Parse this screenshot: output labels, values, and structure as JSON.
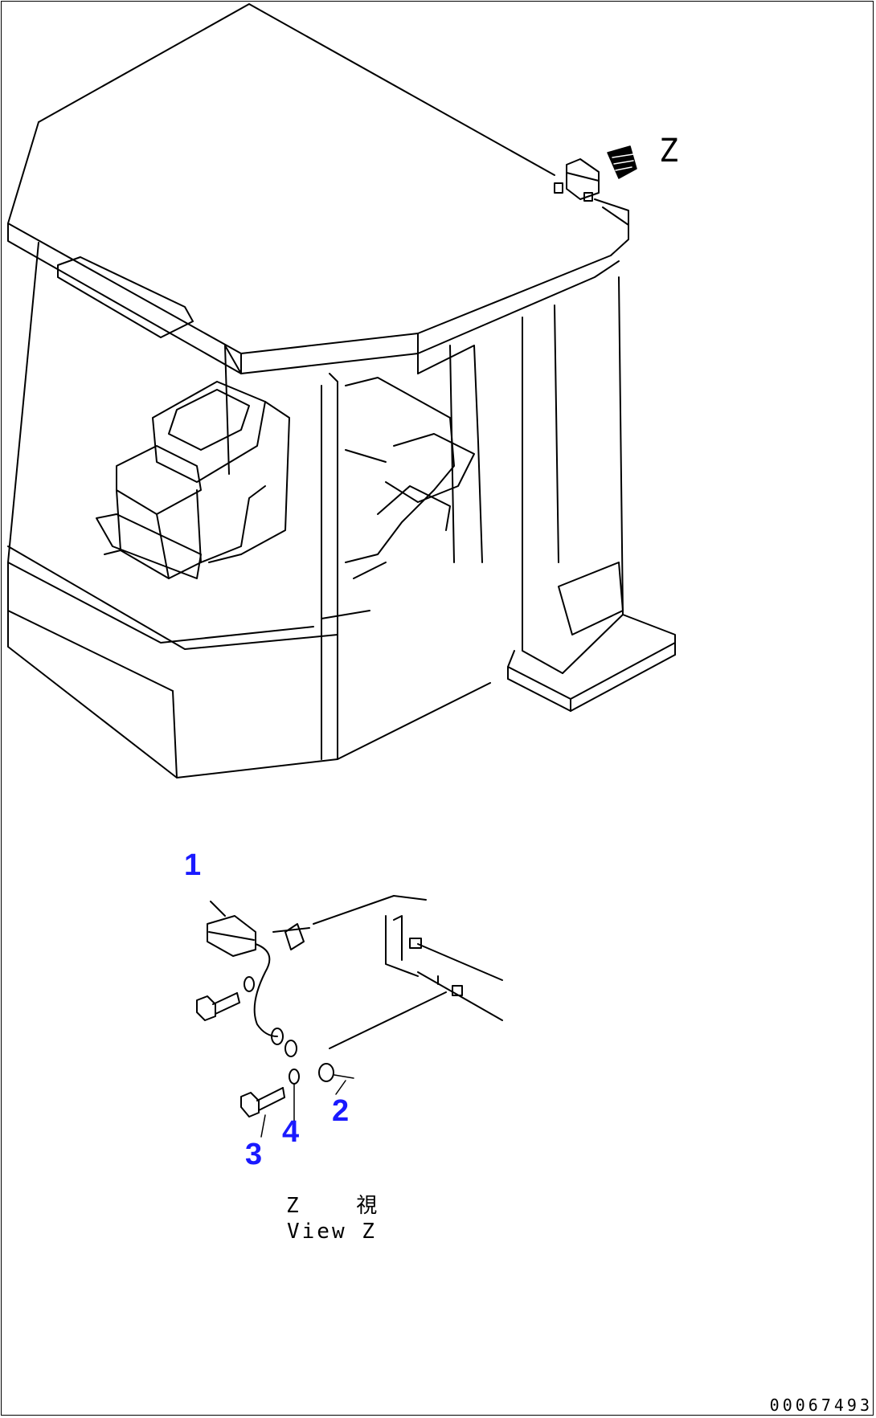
{
  "view_marker": "Z",
  "callouts": {
    "c1": "1",
    "c2": "2",
    "c3": "3",
    "c4": "4"
  },
  "view_caption": {
    "japanese": "Z 視",
    "english": "View Z"
  },
  "drawing_number": "00067493",
  "colors": {
    "callout": "#1a1aff",
    "line": "#000000",
    "background": "#ffffff"
  }
}
